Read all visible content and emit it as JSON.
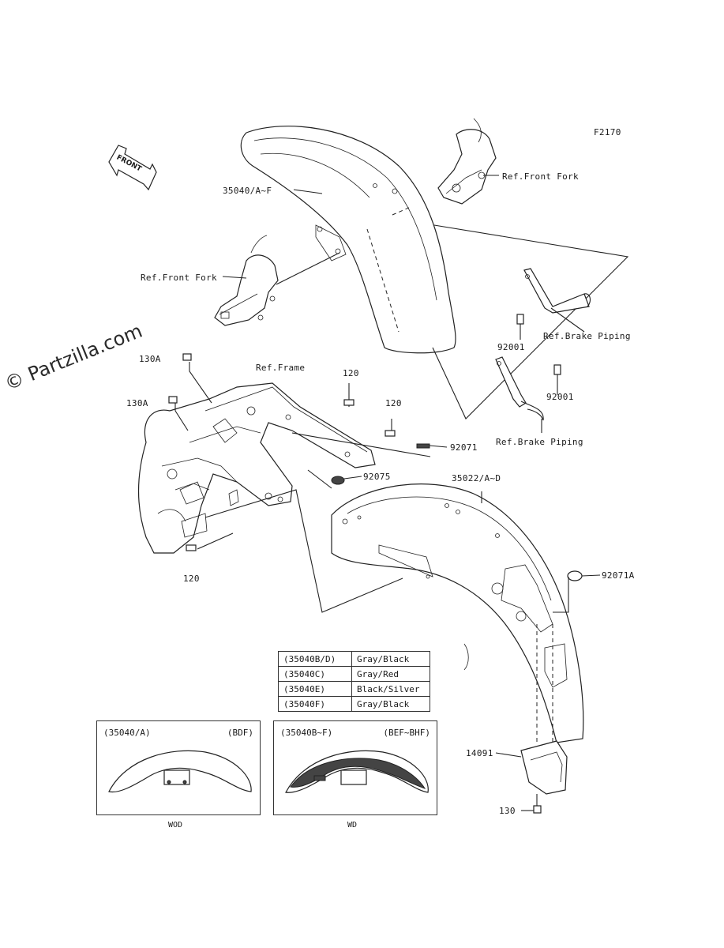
{
  "diagram_code": "F2170",
  "watermark": "© Partzilla.com",
  "front_arrow": "FRONT",
  "labels": [
    {
      "id": "35040-af",
      "text": "35040/A~F"
    },
    {
      "id": "ref-front-fork-right",
      "text": "Ref.Front Fork"
    },
    {
      "id": "ref-front-fork-left",
      "text": "Ref.Front Fork"
    },
    {
      "id": "ref-brake-piping-top",
      "text": "Ref.Brake Piping"
    },
    {
      "id": "92001-top",
      "text": "92001"
    },
    {
      "id": "92001-bottom",
      "text": "92001"
    },
    {
      "id": "ref-brake-piping-bottom",
      "text": "Ref.Brake Piping"
    },
    {
      "id": "130a-top",
      "text": "130A"
    },
    {
      "id": "130a-bottom",
      "text": "130A"
    },
    {
      "id": "ref-frame",
      "text": "Ref.Frame"
    },
    {
      "id": "120-top",
      "text": "120"
    },
    {
      "id": "120-mid",
      "text": "120"
    },
    {
      "id": "92071",
      "text": "92071"
    },
    {
      "id": "92075",
      "text": "92075"
    },
    {
      "id": "35022-ad",
      "text": "35022/A~D"
    },
    {
      "id": "92071a",
      "text": "92071A"
    },
    {
      "id": "120-bottom",
      "text": "120"
    },
    {
      "id": "14091",
      "text": "14091"
    },
    {
      "id": "130",
      "text": "130"
    }
  ],
  "color_table": [
    {
      "code": "(35040B/D)",
      "color": "Gray/Black"
    },
    {
      "code": "(35040C)",
      "color": "Gray/Red"
    },
    {
      "code": "(35040E)",
      "color": "Black/Silver"
    },
    {
      "code": "(35040F)",
      "color": "Gray/Black"
    }
  ],
  "inset_left": {
    "part": "(35040/A)",
    "variant": "(BDF)",
    "caption": "WOD"
  },
  "inset_right": {
    "part": "(35040B~F)",
    "variant": "(BEF~BHF)",
    "caption": "WD"
  }
}
